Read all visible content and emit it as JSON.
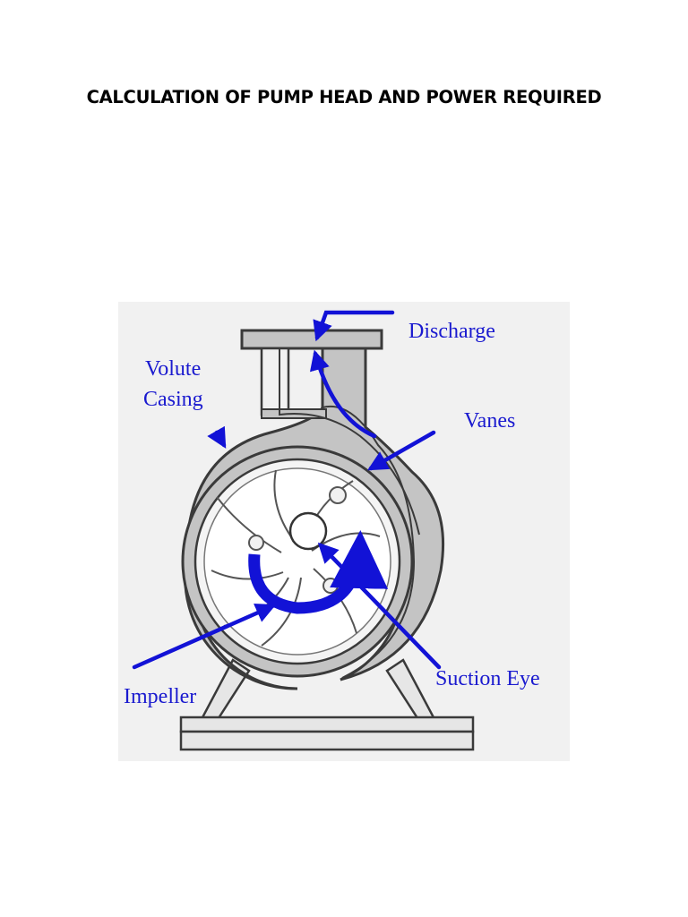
{
  "document": {
    "title": "CALCULATION OF PUMP HEAD AND POWER REQUIRED"
  },
  "figure": {
    "labels": {
      "discharge": "Discharge",
      "volute_line1": "Volute",
      "volute_line2": "Casing",
      "vanes": "Vanes",
      "impeller": "Impeller",
      "suction_eye": "Suction Eye"
    },
    "colors": {
      "background": "#f1f1f1",
      "casing_fill": "#c4c4c4",
      "outline": "#3a3a3a",
      "arrow_blue": "#1212d6",
      "label_blue": "#1a1acf"
    }
  }
}
